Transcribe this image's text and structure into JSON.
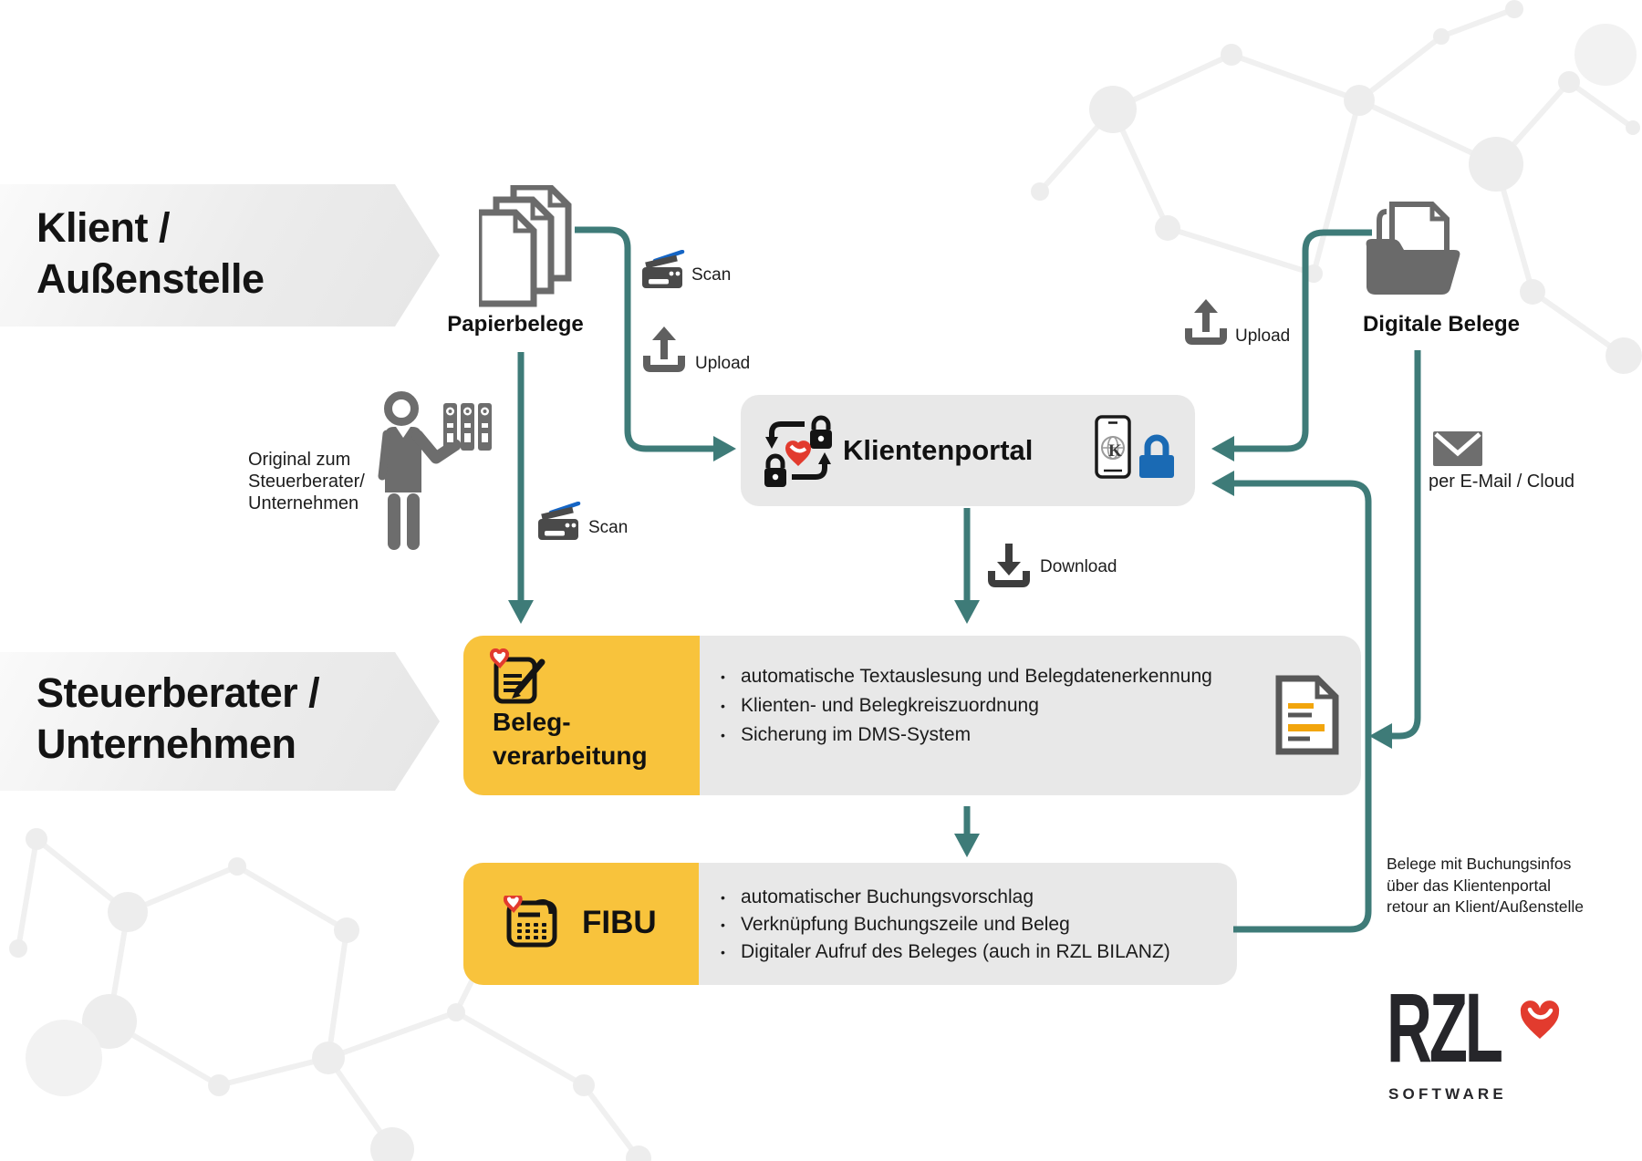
{
  "colors": {
    "teal": "#3E7B78",
    "accent_yellow": "#F8C33C",
    "box_gray": "#E8E8E8",
    "icon_gray": "#6B6B6B",
    "icon_dark_gray": "#4A4A4A",
    "lock_blue": "#1A6AB4",
    "scan_blue": "#1565C5",
    "heart_red": "#E23B2E",
    "text": "#1B1B1B"
  },
  "banners": {
    "client": {
      "line1": "Klient /",
      "line2": "Außenstelle"
    },
    "advisor": {
      "line1": "Steuerberater /",
      "line2": "Unternehmen"
    }
  },
  "paper_flow": {
    "papierbelege_label": "Papierbelege",
    "scan_top_label": "Scan",
    "upload_top_label": "Upload",
    "scan_side_label": "Scan"
  },
  "original_note": {
    "line1": "Original zum",
    "line2": "Steuerberater/",
    "line3": "Unternehmen"
  },
  "portal": {
    "title": "Klientenportal",
    "download_label": "Download"
  },
  "digital_flow": {
    "digitale_belege_label": "Digitale Belege",
    "upload_label": "Upload",
    "email_label": "per E-Mail / Cloud"
  },
  "processing": {
    "title_line1": "Beleg-",
    "title_line2": "verarbeitung",
    "bullets": [
      "automatische Textauslesung und Belegdatenerkennung",
      "Klienten- und Belegkreiszuordnung",
      "Sicherung im DMS-System"
    ]
  },
  "fibu": {
    "title": "FIBU",
    "bullets": [
      "automatischer Buchungsvorschlag",
      "Verknüpfung Buchungszeile und Beleg",
      "Digitaler Aufruf des Beleges (auch in RZL BILANZ)"
    ]
  },
  "retour_note": {
    "line1": "Belege mit Buchungsinfos",
    "line2": "über das Klientenportal",
    "line3": "retour an Klient/Außenstelle"
  },
  "logo": {
    "wordmark": "RZL",
    "subtitle": "SOFTWARE"
  },
  "icons": {
    "papers-icon": "stack of paper documents",
    "scanner-icon": "flatbed scanner with blue scan arm",
    "upload-icon": "tray with up arrow",
    "download-icon": "tray with down arrow",
    "person-binders-icon": "person handing over ring binders",
    "portal-exchange-icon": "two padlocks with exchange arrows and heart",
    "phone-icon": "smartphone with globe and K",
    "lock-icon": "blue padlock",
    "folder-icon": "open folder with document",
    "envelope-icon": "mail envelope",
    "beleg-icon": "clipboard with pencil and heart",
    "fibu-icon": "calculator with heart",
    "doc-lines-icon": "document with highlighted text lines",
    "rzl-heart-icon": "red heart logo mark"
  }
}
